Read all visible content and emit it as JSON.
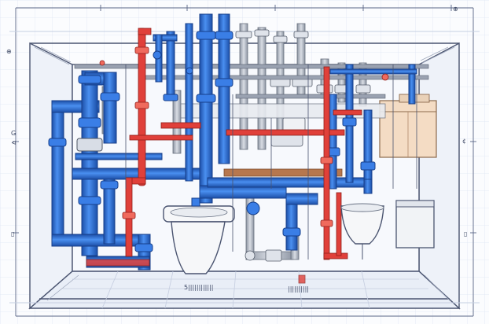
{
  "drawing": {
    "style": "hand-sketched plumbing blueprint, cross-section view of a bathroom with exposed piping",
    "colors": {
      "paper": "#fbfcfe",
      "grid_line": "#dfe6f3",
      "ink_line": "#4a5470",
      "cold_water_pipe": "#2f6fd6",
      "cold_water_dark": "#1c4fa8",
      "hot_water_pipe": "#e0403a",
      "drain_pipe_grey": "#a9b0bd",
      "copper_pipe": "#b7774e",
      "cabinet_fill": "#f4dcc4",
      "fixture_white": "#f6f7f9"
    },
    "fixtures": [
      "toilet-left",
      "toilet-right",
      "washbasin",
      "wall-cabinet"
    ],
    "annotations": {
      "floor_label_left": "5||||||||||||",
      "floor_label_right": "||||||||||"
    }
  }
}
